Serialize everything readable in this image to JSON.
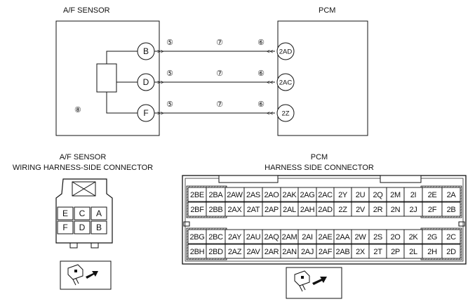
{
  "labels": {
    "af_sensor": "A/F SENSOR",
    "pcm": "PCM",
    "af_conn_line1": "A/F SENSOR",
    "af_conn_line2": "WIRING HARNESS-SIDE CONNECTOR",
    "pcm_conn_line1": "PCM",
    "pcm_conn_line2": "HARNESS SIDE CONNECTOR",
    "element_ref": "⑧"
  },
  "circuits": [
    {
      "sensor_pin": "B",
      "pcm_pin": "2AD",
      "ref_left": "⑤",
      "ref_mid": "⑦",
      "ref_right": "⑥"
    },
    {
      "sensor_pin": "D",
      "pcm_pin": "2AC",
      "ref_left": "⑤",
      "ref_mid": "⑦",
      "ref_right": "⑥"
    },
    {
      "sensor_pin": "F",
      "pcm_pin": "2Z",
      "ref_left": "⑤",
      "ref_mid": "⑦",
      "ref_right": "⑥"
    }
  ],
  "af_connector_pins": [
    [
      "E",
      "C",
      "A"
    ],
    [
      "F",
      "D",
      "B"
    ]
  ],
  "pcm_upper": [
    [
      "2BE",
      "2BA",
      "2AW",
      "2AS",
      "2AO",
      "2AK",
      "2AG",
      "2AC",
      "2Y",
      "2U",
      "2Q",
      "2M",
      "2I",
      "2E",
      "2A"
    ],
    [
      "2BF",
      "2BB",
      "2AX",
      "2AT",
      "2AP",
      "2AL",
      "2AH",
      "2AD",
      "2Z",
      "2V",
      "2R",
      "2N",
      "2J",
      "2F",
      "2B"
    ]
  ],
  "pcm_lower": [
    [
      "2BG",
      "2BC",
      "2AY",
      "2AU",
      "2AQ",
      "2AM",
      "2AI",
      "2AE",
      "2AA",
      "2W",
      "2S",
      "2O",
      "2K",
      "2G",
      "2C"
    ],
    [
      "2BH",
      "2BD",
      "2AZ",
      "2AV",
      "2AR",
      "2AN",
      "2AJ",
      "2AF",
      "2AB",
      "2X",
      "2T",
      "2P",
      "2L",
      "2H",
      "2D"
    ]
  ]
}
